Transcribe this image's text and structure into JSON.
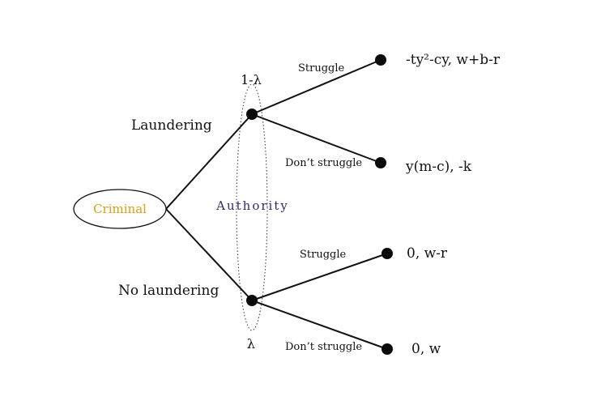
{
  "root": {
    "label": "Criminal",
    "color": "#d4a21a"
  },
  "info_set": {
    "label": "Authority",
    "color": "#2c2f6b",
    "prob_top": "1-λ",
    "prob_bottom": "λ"
  },
  "criminal_actions": {
    "top": "Laundering",
    "bottom": "No laundering"
  },
  "authority_actions": {
    "top_upper": "Struggle",
    "top_lower": "Don’t struggle",
    "bottom_upper": "Struggle",
    "bottom_lower": "Don’t struggle"
  },
  "payoffs": {
    "p1": "-ty²-cy, w+b-r",
    "p2": "y(m-c), -k",
    "p3": "0, w-r",
    "p4": "0, w"
  }
}
